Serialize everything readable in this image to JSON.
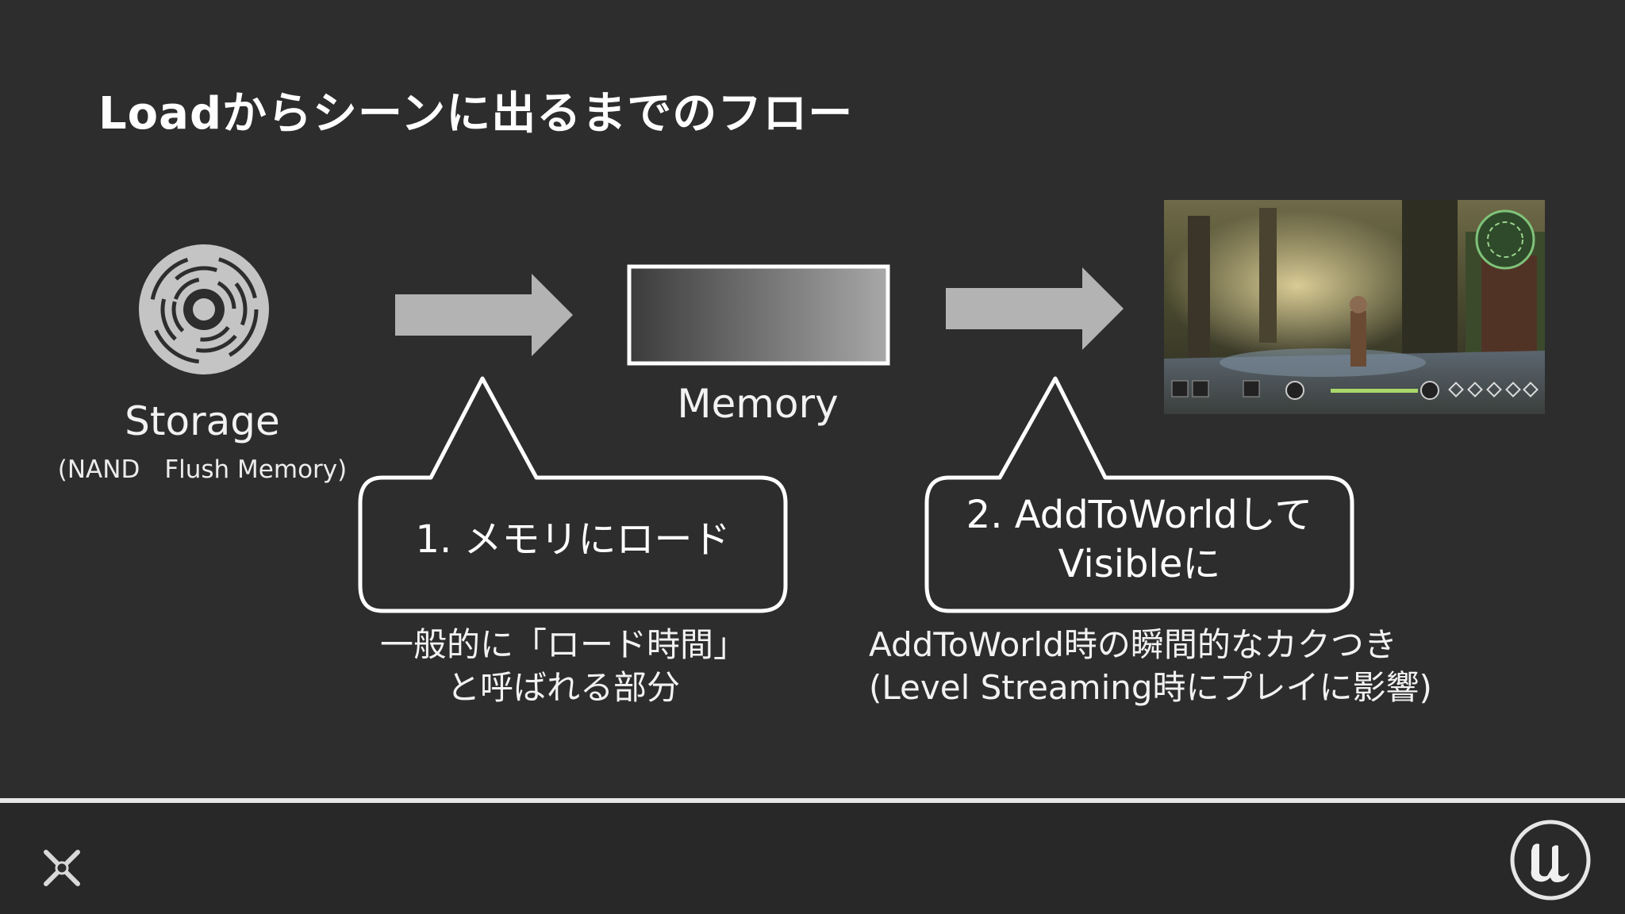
{
  "slide": {
    "title": "Loadからシーンに出るまでのフロー",
    "storage": {
      "label": "Storage",
      "sublabel": "(NAND　Flush Memory)"
    },
    "memory": {
      "label": "Memory"
    },
    "step1": {
      "bubble": "1. メモリにロード",
      "note_line1": "一般的に「ロード時間」",
      "note_line2": "と呼ばれる部分"
    },
    "step2": {
      "bubble_line1": "2. AddToWorldして",
      "bubble_line2": "Visibleに",
      "note_line1": "AddToWorld時の瞬間的なカクつき",
      "note_line2": "(Level Streaming時にプレイに影響)"
    }
  },
  "icons": {
    "storage": "disc-icon",
    "arrows": "right-arrow-icon",
    "scene": "game-scene-screenshot",
    "footer_left": "crossed-swords-logo",
    "footer_right": "unreal-engine-logo"
  },
  "colors": {
    "background": "#2d2d2e",
    "arrow": "#b3b3b3",
    "bubble_border": "#ffffff",
    "divider": "#e6e6e6"
  }
}
